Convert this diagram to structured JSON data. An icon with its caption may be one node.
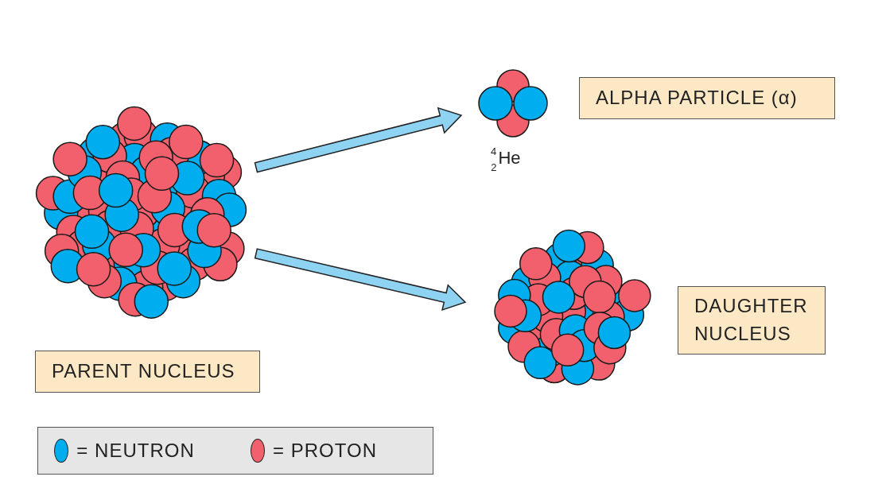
{
  "diagram": {
    "nodes": [
      {
        "text": [],
        "shape": "picture"
      },
      {
        "text": [],
        "shape": "picture",
        "beside": [
          "$^{4}$$_{2}$He"
        ]
      },
      {
        "text": [],
        "shape": "picture"
      },
      {
        "text": [
          "PARENT NUCLEUS"
        ]
      },
      {
        "text": [
          "ALPHA PARTICLE (α)"
        ]
      },
      {
        "text": [
          "DAUGHTER NUCLEUS"
        ]
      }
    ],
    "edges": [
      {
        "from": 0,
        "to": 1,
        "arrow": "to"
      },
      {
        "from": 0,
        "to": 2,
        "arrow": "to"
      }
    ],
    "legend": [
      {
        "text": "= NEUTRON",
        "color": "#00aeef"
      },
      {
        "text": "= PROTON",
        "color": "#f1606c"
      }
    ]
  }
}
